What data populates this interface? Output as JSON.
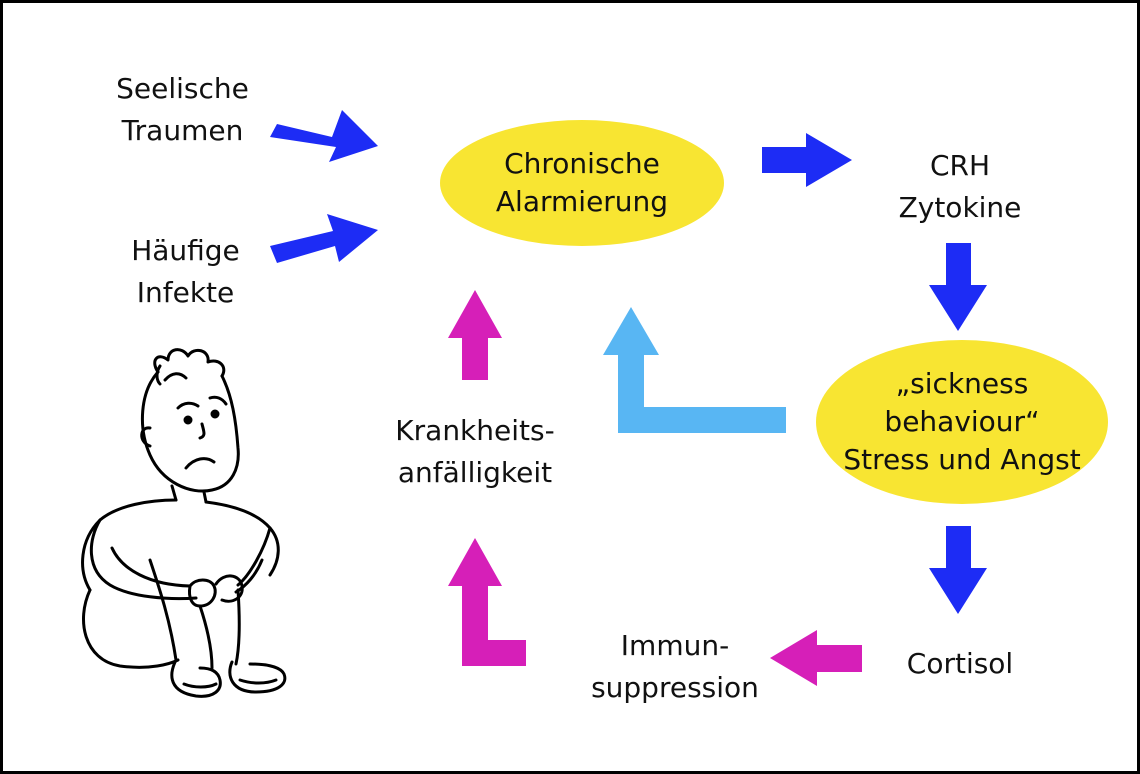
{
  "colors": {
    "blue_arrow": "#1d2cf5",
    "magenta_arrow": "#d61fb8",
    "lightblue_arrow": "#58b6f3",
    "ellipse_fill": "#f8e532",
    "frame": "#000000"
  },
  "nodes": {
    "seelische": [
      "Seelische",
      "Traumen"
    ],
    "haeufige": [
      "Häufige",
      "Infekte"
    ],
    "chronische": [
      "Chronische",
      "Alarmierung"
    ],
    "crh": [
      "CRH",
      "Zytokine"
    ],
    "sickness": [
      "„sickness",
      "behaviour“",
      "Stress und Angst"
    ],
    "cortisol": [
      "Cortisol"
    ],
    "immun": [
      "Immun-",
      "suppression"
    ],
    "krankheits": [
      "Krankheits-",
      "anfälligkeit"
    ]
  },
  "arrows": [
    {
      "from": "Seelische Traumen",
      "to": "Chronische Alarmierung",
      "color": "blue"
    },
    {
      "from": "Häufige Infekte",
      "to": "Chronische Alarmierung",
      "color": "blue"
    },
    {
      "from": "Chronische Alarmierung",
      "to": "CRH Zytokine",
      "color": "blue"
    },
    {
      "from": "CRH Zytokine",
      "to": "sickness behaviour",
      "color": "blue"
    },
    {
      "from": "sickness behaviour",
      "to": "Cortisol",
      "color": "blue"
    },
    {
      "from": "sickness behaviour",
      "to": "Chronische Alarmierung",
      "color": "lightblue"
    },
    {
      "from": "Cortisol",
      "to": "Immunsuppression",
      "color": "magenta"
    },
    {
      "from": "Immunsuppression",
      "to": "Krankheitsanfälligkeit",
      "color": "magenta"
    },
    {
      "from": "Krankheitsanfälligkeit",
      "to": "Chronische Alarmierung",
      "color": "magenta"
    }
  ],
  "illustration": "sad-sitting-boy"
}
